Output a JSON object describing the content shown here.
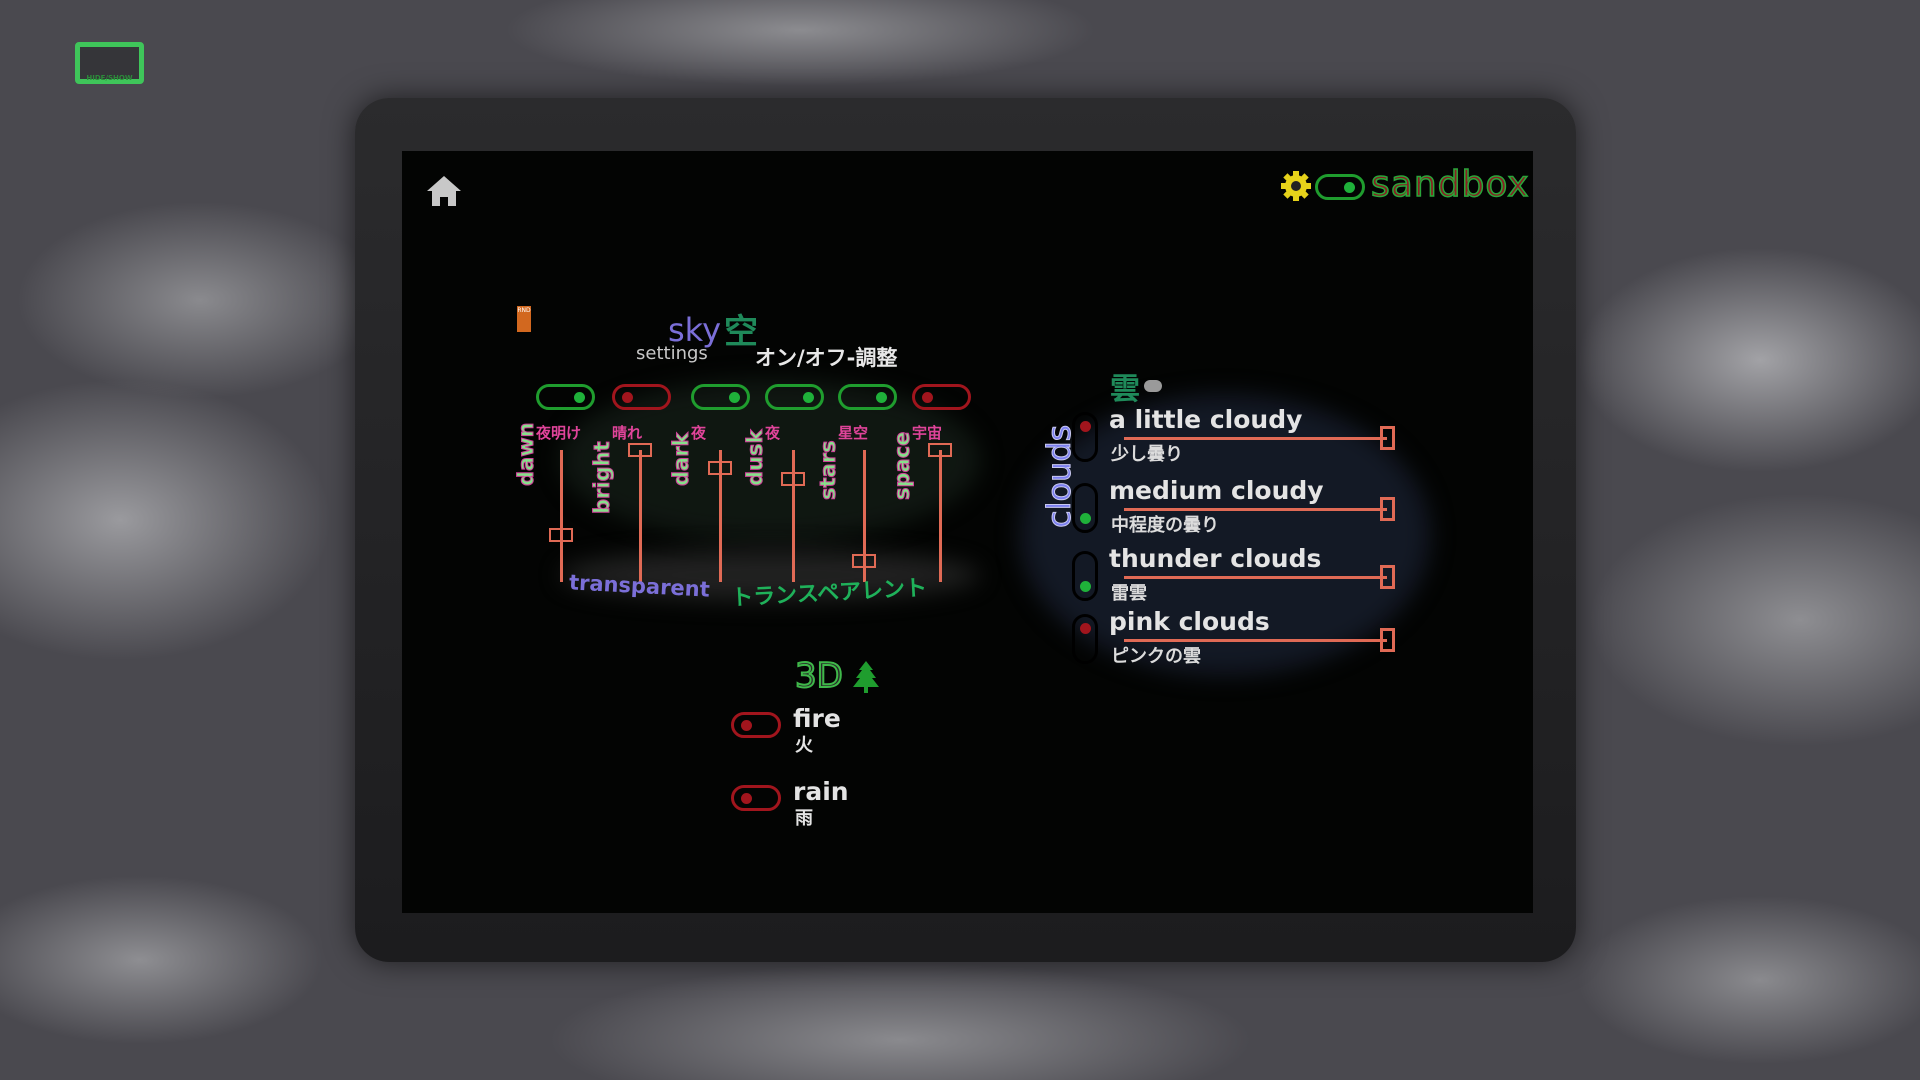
{
  "hide_show": {
    "label": "HIDE/SHOW"
  },
  "header": {
    "home_icon": "home-icon",
    "settings_icon": "gear-icon",
    "sandbox_on": true,
    "sandbox_label": "sandbox",
    "colors": {
      "gear": "#e6d21a",
      "sandbox_text": "#8a1e22",
      "sandbox_outline": "#2aa63a"
    }
  },
  "sky": {
    "rnd_label": "RND",
    "title": "sky",
    "title_jp": "空",
    "subtitle": "settings",
    "subtitle_jp": "オン/オフ-調整",
    "items": [
      {
        "label": "dawn",
        "jp": "夜明け",
        "on": true,
        "transparency": 0.68
      },
      {
        "label": "bright",
        "jp": "晴れ",
        "on": false,
        "transparency": 0.0
      },
      {
        "label": "dark",
        "jp": "夜",
        "on": true,
        "transparency": 0.14
      },
      {
        "label": "dusk",
        "jp": "夜",
        "on": true,
        "transparency": 0.23
      },
      {
        "label": "stars",
        "jp": "星空",
        "on": true,
        "transparency": 0.89
      },
      {
        "label": "space",
        "jp": "宇宙",
        "on": false,
        "transparency": 0.0
      }
    ],
    "slider_label": "transparent",
    "slider_label_jp": "トランスペアレント"
  },
  "clouds": {
    "title": "clouds",
    "title_jp": "雲",
    "items": [
      {
        "label": "a little cloudy",
        "jp": "少し曇り",
        "on": false,
        "value": 1.0
      },
      {
        "label": "medium cloudy",
        "jp": "中程度の曇り",
        "on": true,
        "value": 1.0
      },
      {
        "label": "thunder clouds",
        "jp": "雷雲",
        "on": true,
        "value": 1.0
      },
      {
        "label": "pink clouds",
        "jp": "ピンクの雲",
        "on": false,
        "value": 1.0
      }
    ]
  },
  "three_d": {
    "title": "3D",
    "icon": "tree-icon",
    "items": [
      {
        "label": "fire",
        "jp": "火",
        "on": false
      },
      {
        "label": "rain",
        "jp": "雨",
        "on": false
      }
    ]
  }
}
